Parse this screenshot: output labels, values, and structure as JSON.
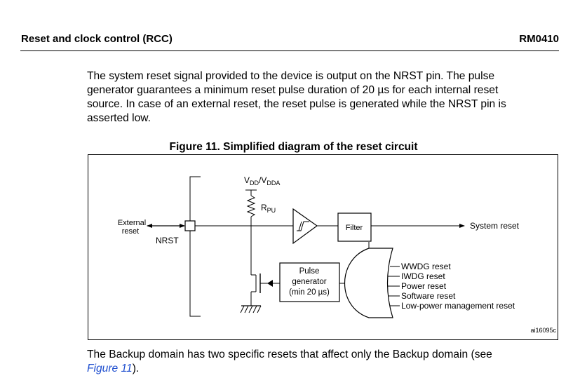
{
  "header": {
    "section_title": "Reset and clock control (RCC)",
    "doc_id": "RM0410"
  },
  "body": {
    "para1_lines": [
      "The system reset signal provided to the device is output on the NRST pin. The pulse",
      "generator guarantees a minimum reset pulse duration of 20 µs for each internal reset",
      "source. In case of an external reset, the reset pulse is generated while the NRST pin is",
      "asserted low."
    ],
    "para2_line1": "The Backup domain has two specific resets that affect only the Backup domain (see",
    "para2_link": "Figure 11",
    "para2_tail": ")."
  },
  "figure": {
    "title": "Figure 11. Simplified diagram of the reset circuit",
    "id": "ai16095c",
    "supply_main": "V",
    "supply_sub1": "DD",
    "supply_sep": "/V",
    "supply_sub2": "DDA",
    "rpu_main": "R",
    "rpu_sub": "PU",
    "external_line1": "External",
    "external_line2": "reset",
    "nrst": "NRST",
    "filter": "Filter",
    "system_reset": "System reset",
    "pulse_line1": "Pulse",
    "pulse_line2": "generator",
    "pulse_line3": "(min 20 µs)",
    "reset_sources": [
      "WWDG reset",
      "IWDG reset",
      "Power reset",
      "Software reset",
      "Low-power management reset"
    ]
  }
}
